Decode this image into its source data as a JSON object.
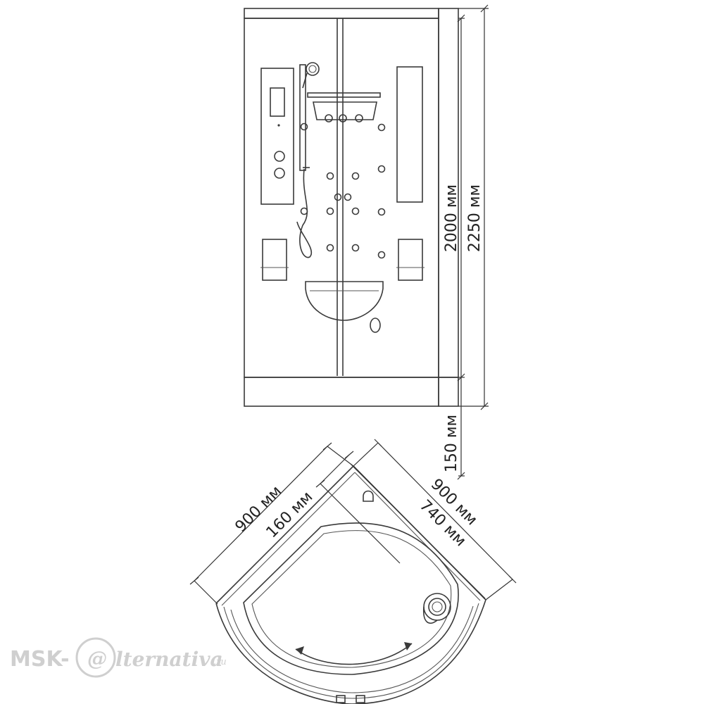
{
  "dimensions": {
    "total_height": "2250 мм",
    "cabin_height": "2000 мм",
    "base_height": "150 мм",
    "width_left": "900 мм",
    "width_right": "900 мм",
    "door_offset": "160 мм",
    "entrance": "740 мм"
  },
  "watermark": {
    "prefix": "MSK-",
    "at": "@",
    "rest": "lternativa",
    "domain": ".ru"
  },
  "colors": {
    "line": "#3a3a3a",
    "watermark": "#cfcfcf"
  }
}
